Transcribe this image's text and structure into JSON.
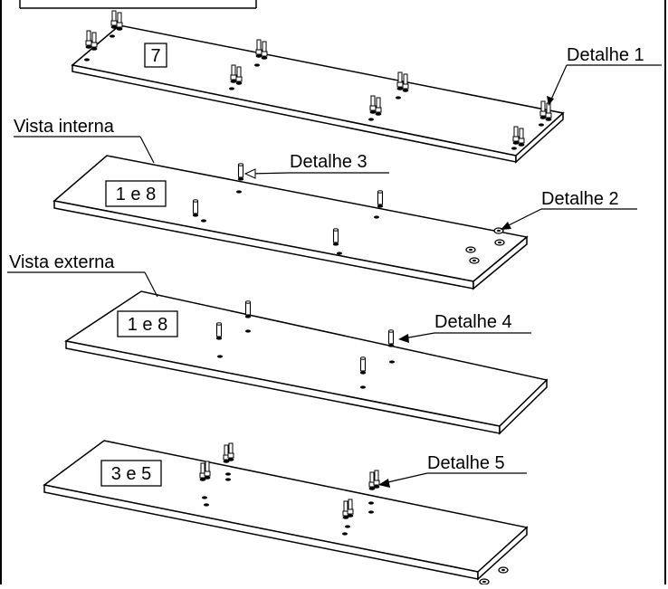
{
  "panels": [
    {
      "badge": "7"
    },
    {
      "badge": "1 e 8"
    },
    {
      "badge": "1 e 8"
    },
    {
      "badge": "3 e 5"
    }
  ],
  "callouts": {
    "detalhe_1": "Detalhe 1",
    "detalhe_2": "Detalhe 2",
    "detalhe_3": "Detalhe 3",
    "detalhe_4": "Detalhe 4",
    "detalhe_5": "Detalhe 5"
  },
  "views": {
    "vista_interna": "Vista interna",
    "vista_externa": "Vista externa"
  }
}
